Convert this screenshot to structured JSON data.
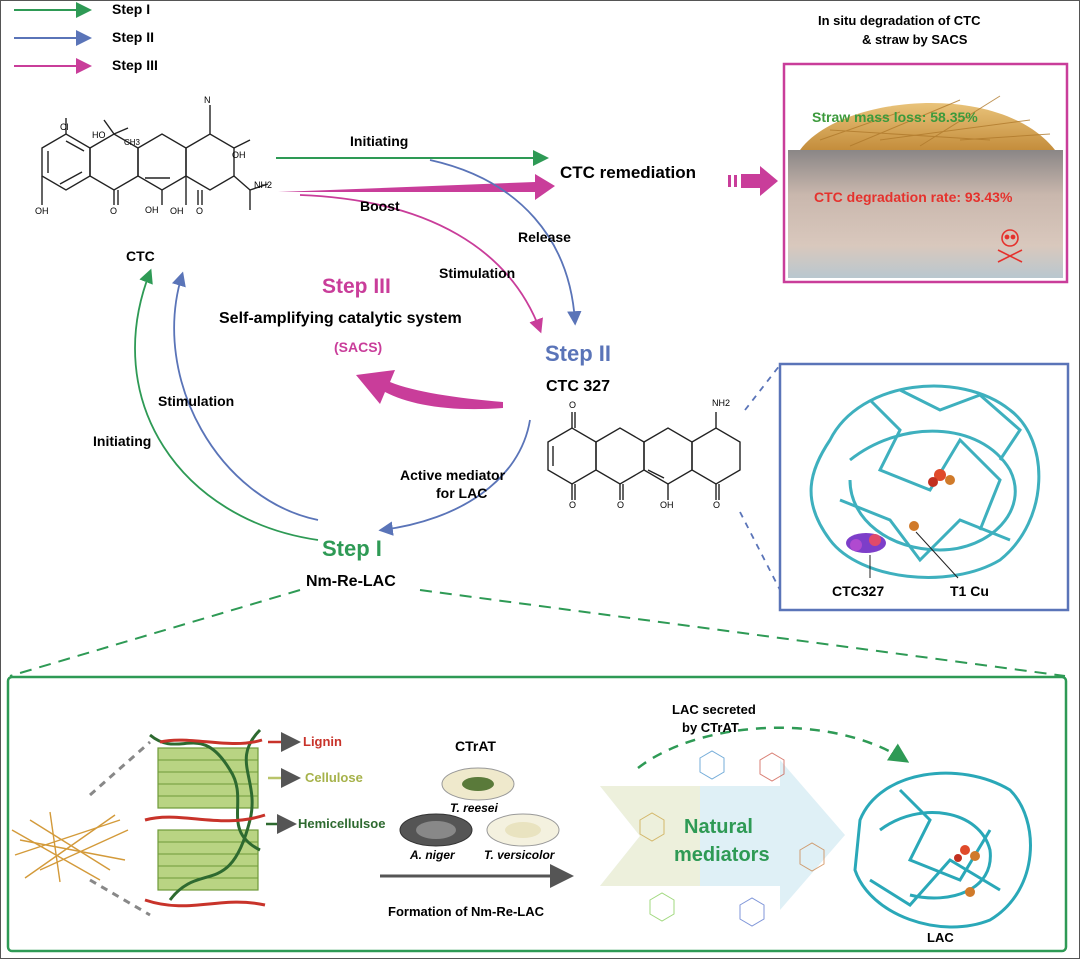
{
  "legend": {
    "items": [
      {
        "label": "Step I",
        "color": "#2e9a55"
      },
      {
        "label": "Step II",
        "color": "#5a74b8"
      },
      {
        "label": "Step III",
        "color": "#c93d9a"
      }
    ]
  },
  "molecules": {
    "ctc": {
      "name": "CTC",
      "atoms": {
        "cl": "Cl",
        "nme2": "N",
        "ho1": "HO",
        "ch3": "CH3",
        "oh_a": "OH",
        "oh_b": "OH",
        "oh_c": "OH",
        "oh_d": "OH",
        "o1": "O",
        "o2": "O",
        "nh2": "NH2"
      }
    },
    "ctc327": {
      "name": "CTC 327",
      "atoms": {
        "nh2": "NH2",
        "o1": "O",
        "o2": "O",
        "o3": "O",
        "o4": "O",
        "oh": "OH"
      }
    }
  },
  "cycle": {
    "initiating_top": "Initiating",
    "boost": "Boost",
    "release": "Release",
    "stimulation_top": "Stimulation",
    "ctc_remediation": "CTC remediation",
    "step3_title": "Step III",
    "step3_desc": "Self-amplifying catalytic system",
    "step3_abbr": "(SACS)",
    "step2_title": "Step II",
    "step1_title": "Step I",
    "step1_name": "Nm-Re-LAC",
    "stimulation_left": "Stimulation",
    "initiating_left": "Initiating",
    "active_mediator": "Active mediator",
    "for_lac": "for LAC"
  },
  "soil_panel": {
    "title_line1": "In situ degradation of CTC",
    "title_line2": "& straw by SACS",
    "straw_loss": "Straw mass loss: 58.35%",
    "ctc_rate": "CTC degradation rate: 93.43%"
  },
  "protein_panel": {
    "ctc327_label": "CTC327",
    "cu_label": "T1 Cu"
  },
  "bottom_panel": {
    "lignin": "Lignin",
    "cellulose": "Cellulose",
    "hemicellulose": "Hemicellulsoe",
    "ctrat": "CTrAT",
    "t_reesei": "T. reesei",
    "a_niger": "A. niger",
    "t_versicolor": "T. versicolor",
    "formation": "Formation of Nm-Re-LAC",
    "lac_secreted_1": "LAC secreted",
    "lac_secreted_2": "by CTrAT",
    "natural_1": "Natural",
    "natural_2": "mediators",
    "lac": "LAC"
  },
  "colors": {
    "green": "#2e9a55",
    "blue": "#5a74b8",
    "magenta": "#c93d9a",
    "red_text": "#e5322d",
    "straw_text": "#3c9a3c",
    "protein": "#2aa8b8"
  }
}
